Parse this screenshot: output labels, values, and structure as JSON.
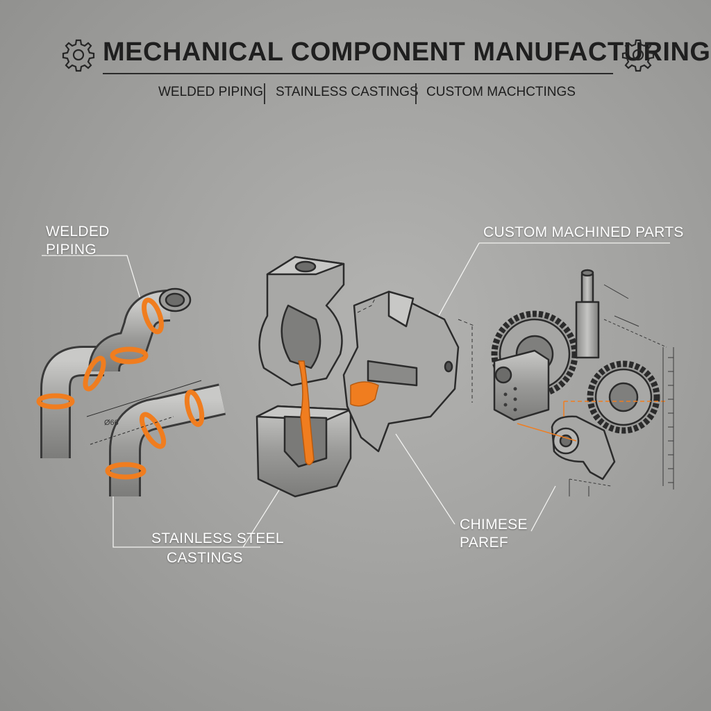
{
  "header": {
    "title": "MECHANICAL COMPONENT MANUFACTURING",
    "nav": [
      "WELDED PIPING",
      "STAINLESS CASTINGS",
      "CUSTOM MACHCTINGS"
    ]
  },
  "callouts": {
    "welded_line1": "WELDED",
    "welded_line2": "PIPING",
    "custom": "CUSTOM MACHINED PARTS",
    "castings_line1": "STAINLESS STEEL",
    "castings_line2": "CASTINGS",
    "chimese_line1": "CHIMESE",
    "chimese_line2": "PAREF"
  },
  "icons": [
    "gear-icon",
    "gear-icon"
  ],
  "colors": {
    "accent": "#f07d1f",
    "ink": "#2b2b2b",
    "background": "#a5a5a3",
    "label": "#ffffff"
  }
}
